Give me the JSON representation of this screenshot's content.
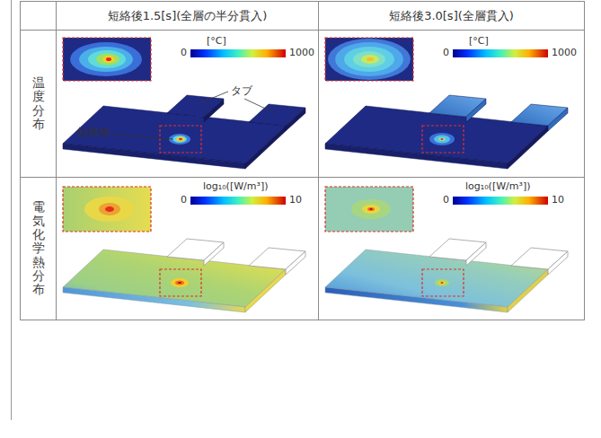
{
  "diagram": {
    "nodes": [
      {
        "text": [
          "短絡後1.5[s](全層の半分貫入)"
        ]
      },
      {
        "text": [
          "短絡後3.0[s](全層貫入)"
        ]
      },
      {
        "text": [
          "温度分布"
        ]
      },
      {
        "text": [
          "電気化学熱分布"
        ]
      }
    ],
    "labels": [
      "[°C]",
      "0",
      "1000",
      "短絡物",
      "タブ",
      "[°C]",
      "0",
      "1000",
      "log₁₀([W/m³])",
      "0",
      "10",
      "log₁₀([W/m³])",
      "0",
      "10"
    ]
  }
}
